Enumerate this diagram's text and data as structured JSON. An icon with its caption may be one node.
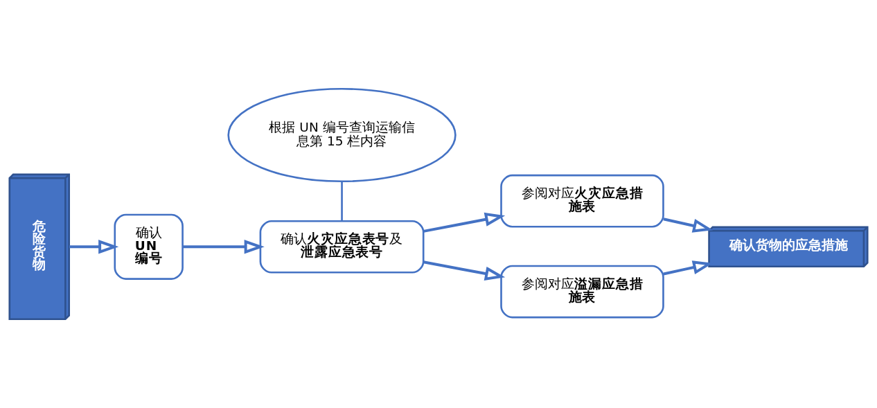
{
  "diagram": {
    "nodes": [
      {
        "text": [
          "危险货物"
        ]
      },
      {
        "text": [
          "确认 **UN 编号**"
        ]
      },
      {
        "text": [
          "根据 UN 编号查询运输信息第 15 栏内容"
        ]
      },
      {
        "text": [
          "确认**火灾应急表号**及**泄露应急表号**"
        ]
      },
      {
        "text": [
          "参阅对应**火灾应急措施表**"
        ]
      },
      {
        "text": [
          "参阅对应**溢漏应急措施表**"
        ]
      },
      {
        "text": [
          "确认货物的应急措施"
        ]
      }
    ],
    "edges": [
      {
        "from": 0,
        "to": 1,
        "arrow": "to"
      },
      {
        "from": 1,
        "to": 3,
        "arrow": "to"
      },
      {
        "from": 2,
        "to": 3,
        "arrow": "none"
      },
      {
        "from": 3,
        "to": 4,
        "arrow": "to"
      },
      {
        "from": 3,
        "to": 5,
        "arrow": "to"
      },
      {
        "from": 4,
        "to": 6,
        "arrow": "to"
      },
      {
        "from": 5,
        "to": 6,
        "arrow": "to"
      }
    ]
  }
}
